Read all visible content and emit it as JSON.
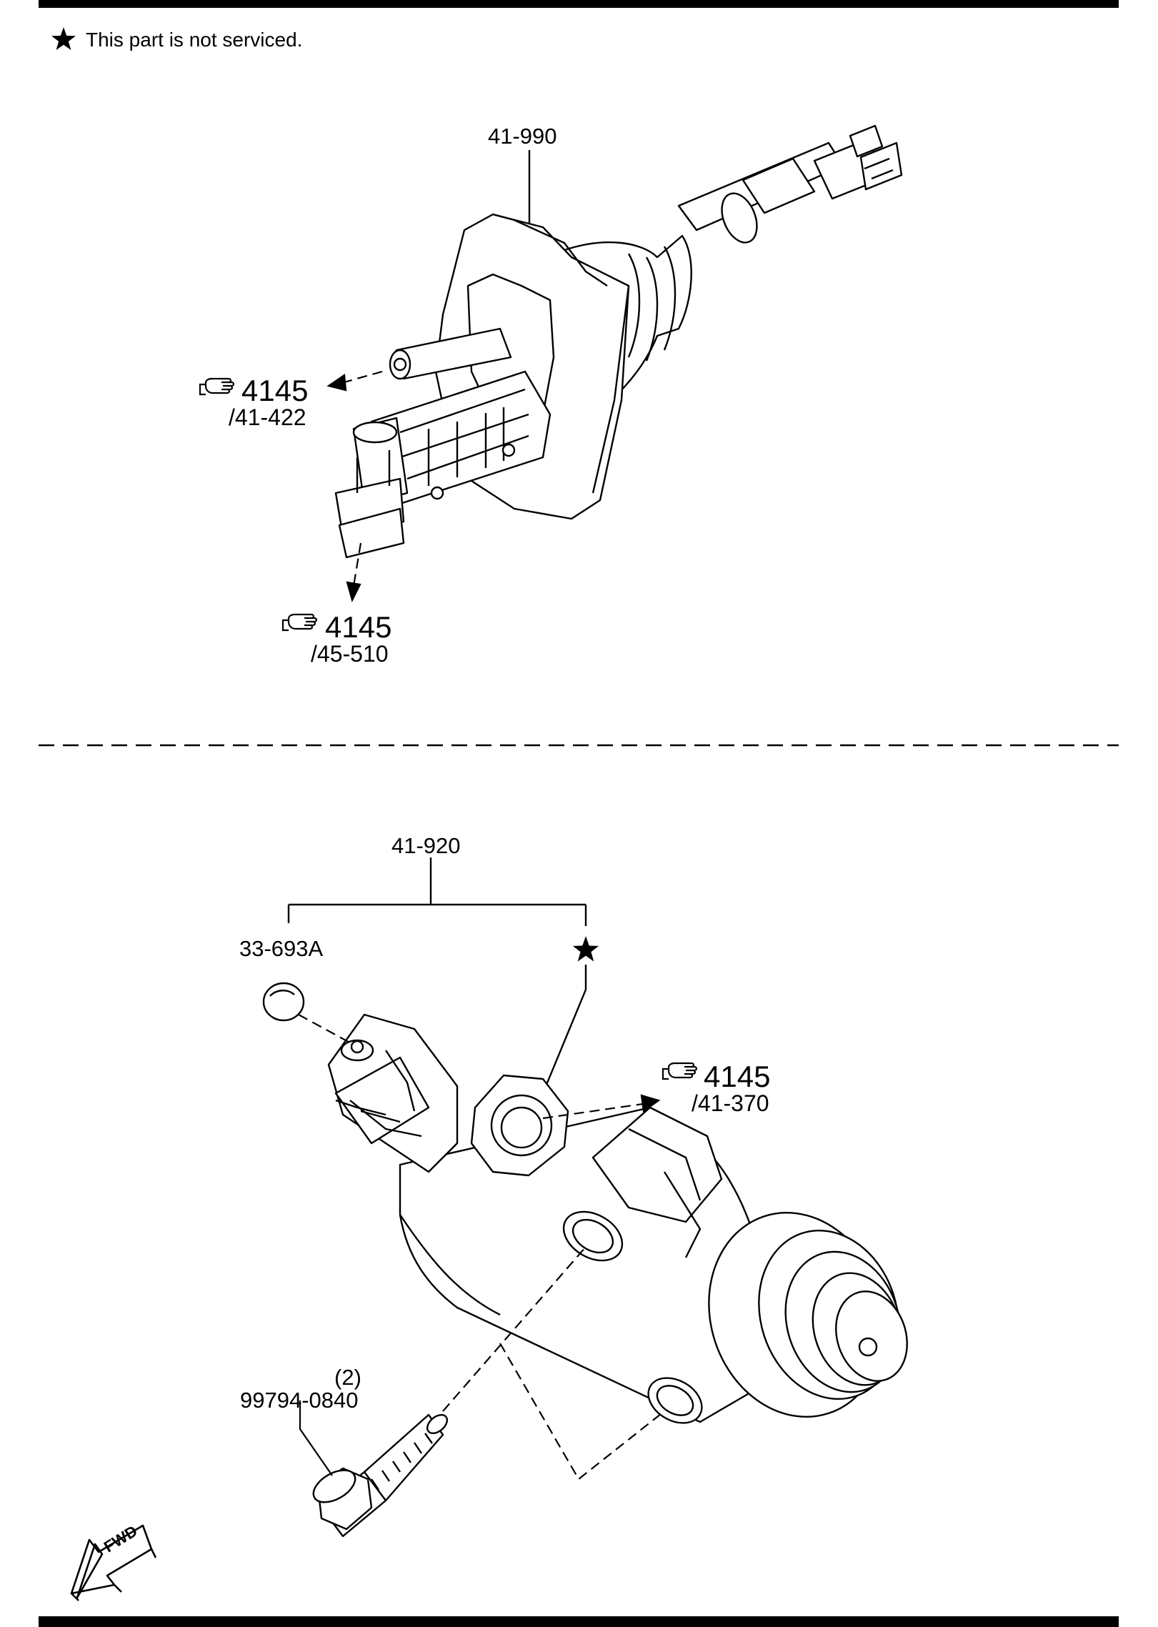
{
  "legend": {
    "icon": "star-icon",
    "text": "This part is not serviced."
  },
  "upper_assembly": {
    "part_label": "41-990",
    "callouts": [
      {
        "icon": "pointing-hand-icon",
        "ref": "4145",
        "sub": "/41-422"
      },
      {
        "icon": "pointing-hand-icon",
        "ref": "4145",
        "sub": "/45-510"
      }
    ]
  },
  "lower_assembly": {
    "part_label": "41-920",
    "sub_parts": [
      {
        "label": "33-693A"
      },
      {
        "icon": "star-icon"
      }
    ],
    "callout": {
      "icon": "pointing-hand-icon",
      "ref": "4145",
      "sub": "/41-370"
    },
    "bolt": {
      "qty": "(2)",
      "part": "99794-0840"
    }
  },
  "fwd_arrow": {
    "text": "FWD"
  }
}
